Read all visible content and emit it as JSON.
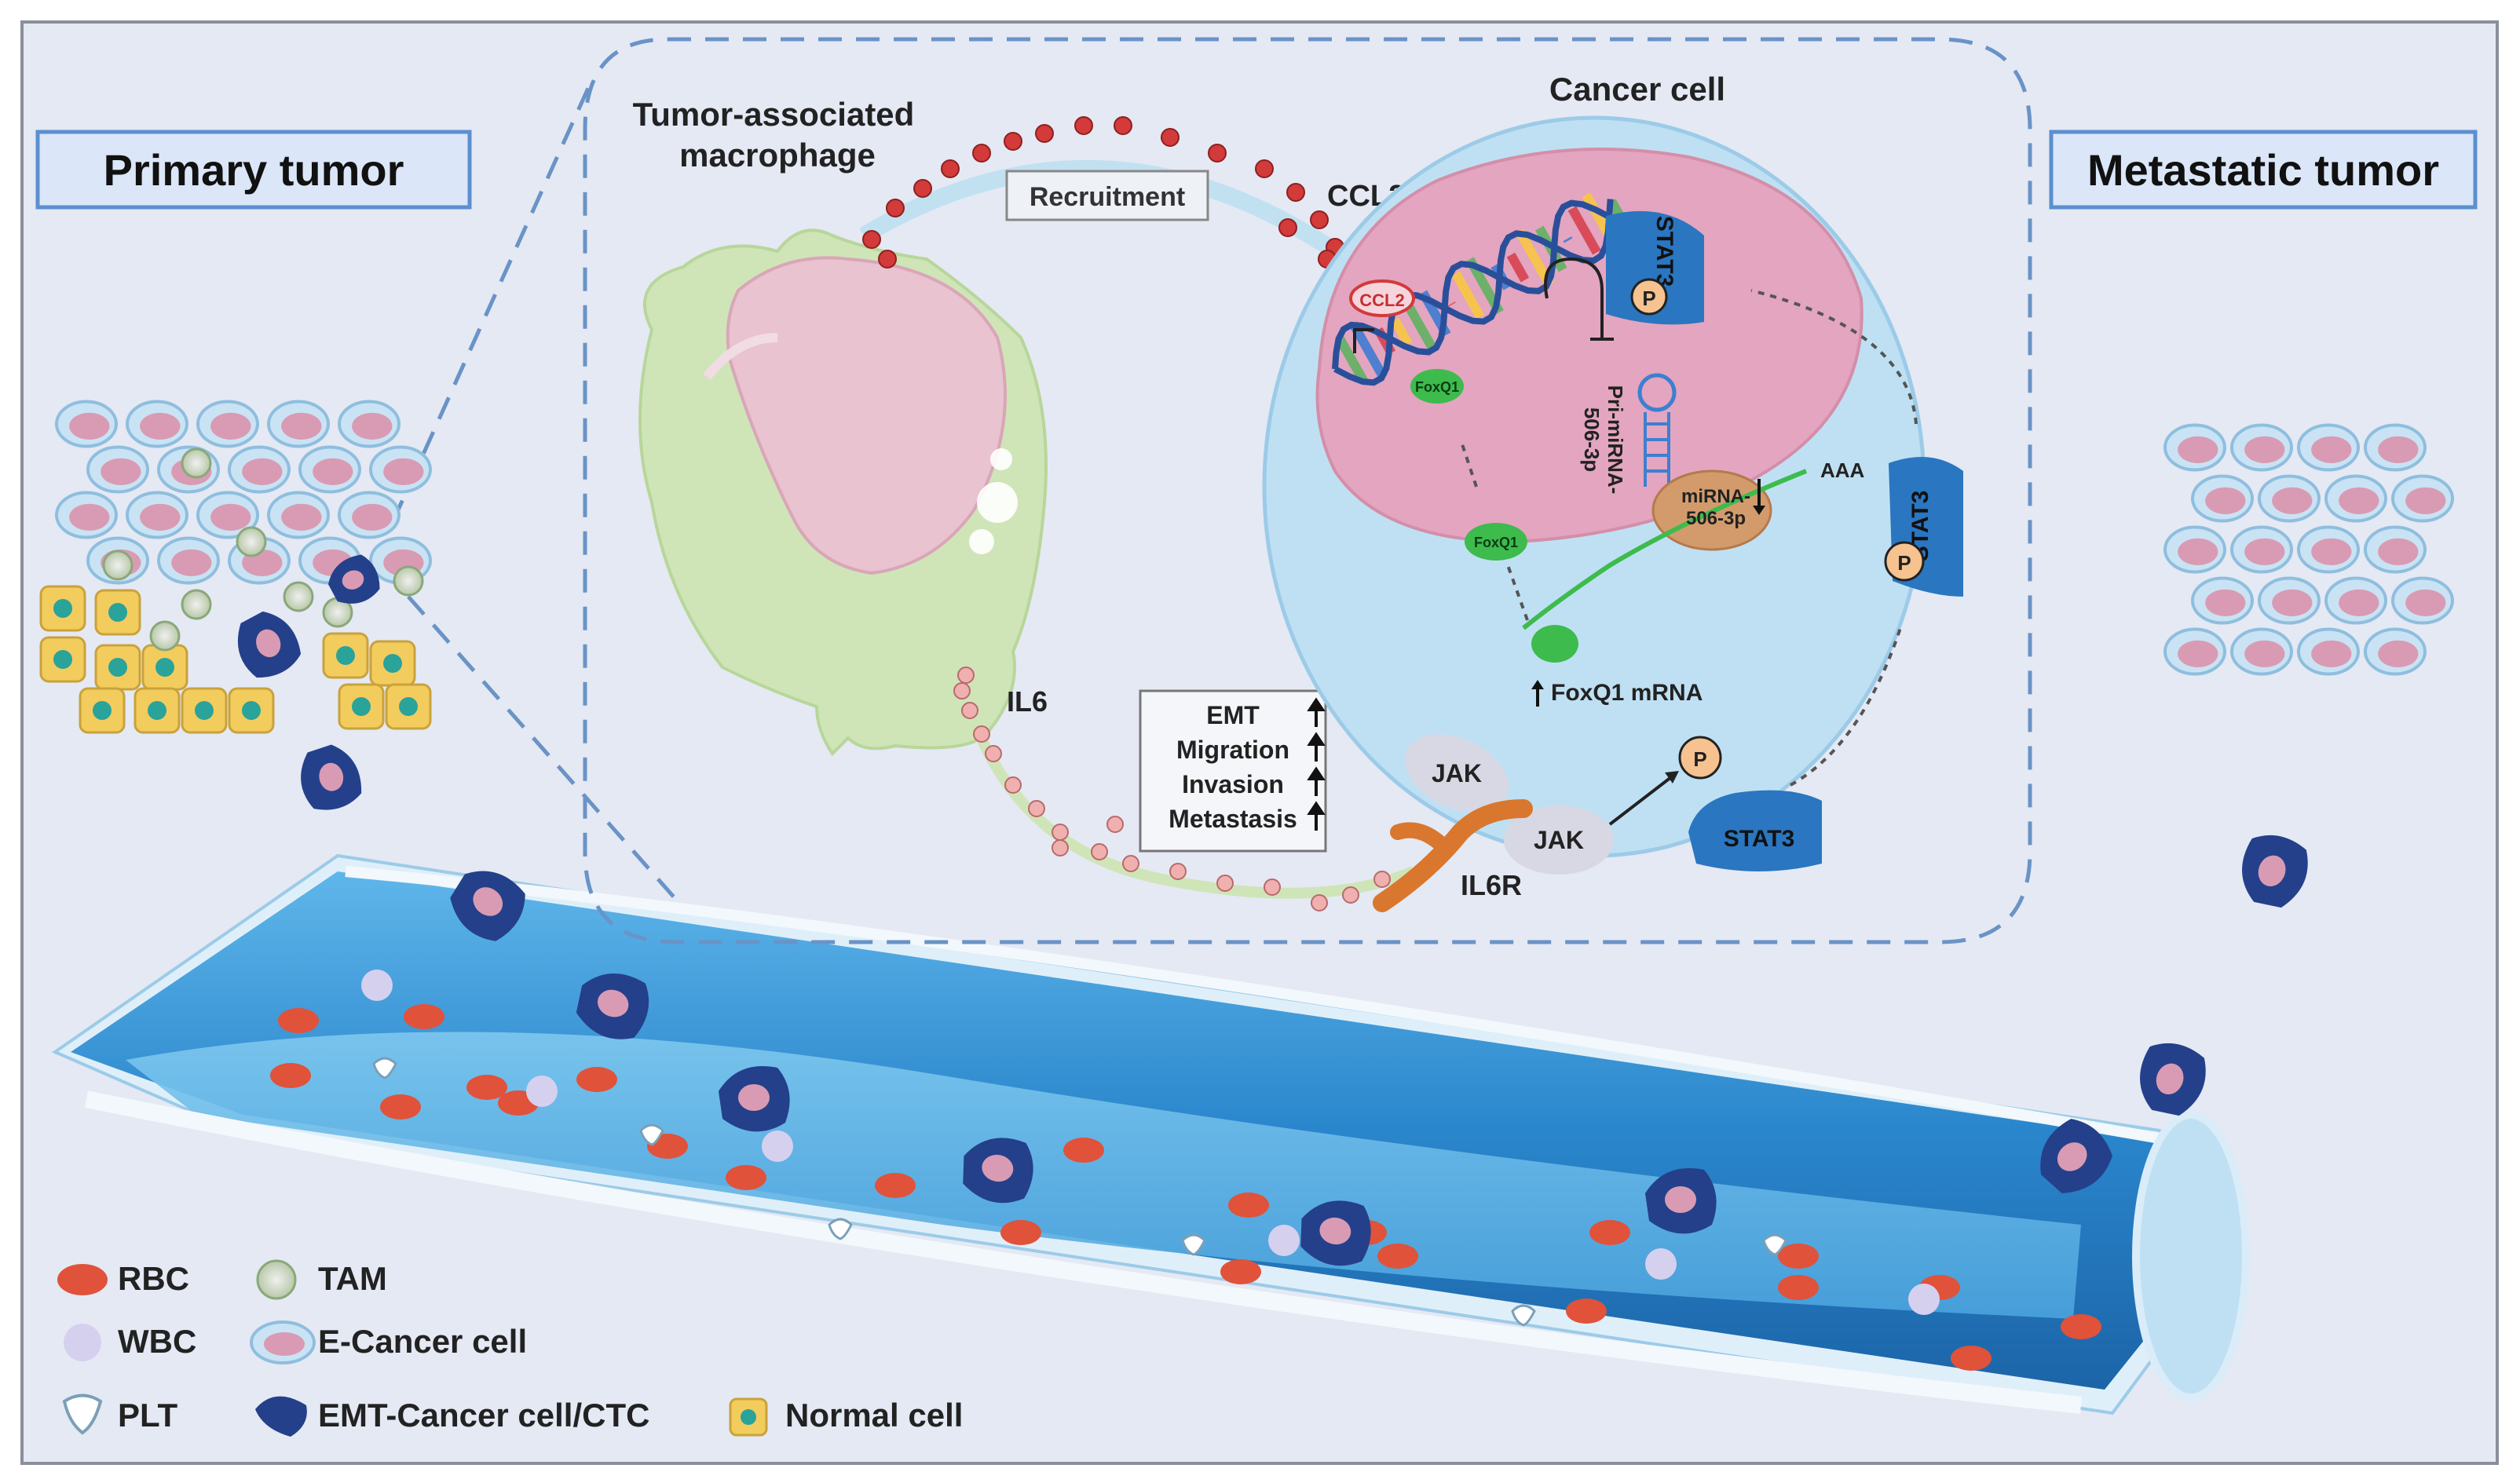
{
  "panels": {
    "primary_title": "Primary tumor",
    "metastatic_title": "Metastatic tumor"
  },
  "inset": {
    "macrophage_title_line1": "Tumor-associated",
    "macrophage_title_line2": "macrophage",
    "cancer_cell_title": "Cancer cell",
    "recruitment_label": "Recruitment",
    "ccl2_label": "CCL2",
    "il6_label": "IL6",
    "il6r_label": "IL6R",
    "effects": [
      "EMT",
      "Migration",
      "Invasion",
      "Metastasis"
    ],
    "jak_label": "JAK",
    "stat3_label": "STAT3",
    "p_label": "P",
    "ccl2_gene_label": "CCL2",
    "foxq1_label": "FoxQ1",
    "foxq1_mrna_label": "FoxQ1 mRNA",
    "primirna_label": "Pri-miRNA-",
    "primirna_label2": "506-3p",
    "mirna_label": "miRNA-",
    "mirna_label2": "506-3p",
    "aaa_label": "AAA"
  },
  "legend": [
    {
      "key": "rbc",
      "label": "RBC"
    },
    {
      "key": "wbc",
      "label": "WBC"
    },
    {
      "key": "plt",
      "label": "PLT"
    },
    {
      "key": "tam",
      "label": "TAM"
    },
    {
      "key": "ecancer",
      "label": "E-Cancer cell"
    },
    {
      "key": "emt",
      "label": "EMT-Cancer cell/CTC"
    },
    {
      "key": "normal",
      "label": "Normal cell"
    }
  ],
  "colors": {
    "background": "#e4e9f4",
    "title_box": "#dbe6f8",
    "rbc": "#e0523a",
    "emt_cell": "#24408a",
    "nucleus_pink": "#d99bb3",
    "normal_cell": "#f3cc5e",
    "vessel_blue": "#2f8ed3",
    "macrophage_green": "#cfe5b8",
    "cancer_cell_blue": "#bfe0f3",
    "nucleus_rose": "#e3a5bf",
    "stat3_blue": "#2a76c0",
    "il6r_orange": "#d9772e",
    "p_orange": "#f6c28f"
  }
}
